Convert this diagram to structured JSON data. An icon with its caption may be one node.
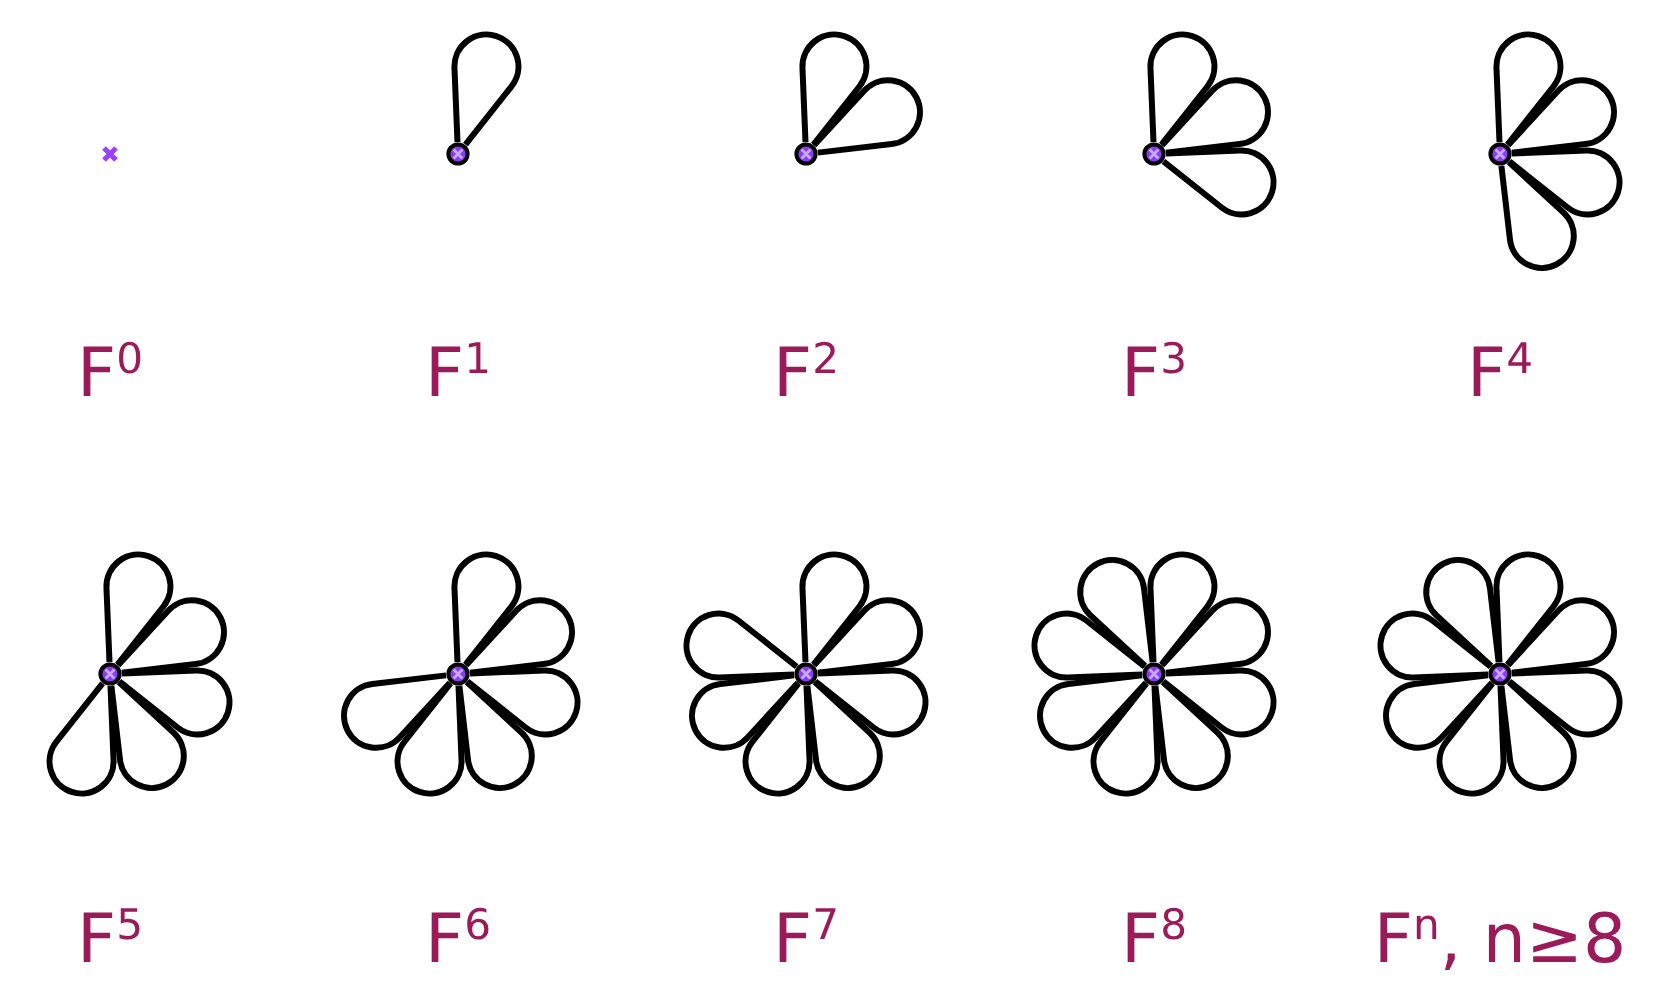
{
  "diagram": {
    "nodes": [
      {
        "text": [],
        "shape": "cross",
        "beside": [
          "F$^{0}$"
        ]
      },
      {
        "text": [],
        "shape": "circle",
        "beside": [
          "F$^{1}$"
        ]
      },
      {
        "text": [],
        "shape": "circle",
        "beside": [
          "F$^{2}$"
        ]
      },
      {
        "text": [],
        "shape": "circle",
        "beside": [
          "F$^{3}$"
        ]
      },
      {
        "text": [],
        "shape": "circle",
        "beside": [
          "F$^{4}$"
        ]
      },
      {
        "text": [],
        "shape": "circle",
        "beside": [
          "F$^{5}$"
        ]
      },
      {
        "text": [],
        "shape": "circle",
        "beside": [
          "F$^{6}$"
        ]
      },
      {
        "text": [],
        "shape": "circle",
        "beside": [
          "F$^{7}$"
        ]
      },
      {
        "text": [],
        "shape": "circle",
        "beside": [
          "F$^{8}$"
        ]
      },
      {
        "text": [],
        "shape": "circle",
        "beside": [
          "F$^{n}$, n≥8"
        ]
      }
    ],
    "edges": [
      {
        "from": 1,
        "to": 1,
        "arrow": "none"
      },
      {
        "from": 2,
        "to": 2,
        "arrow": "none"
      },
      {
        "from": 2,
        "to": 2,
        "arrow": "none"
      },
      {
        "from": 3,
        "to": 3,
        "arrow": "none"
      },
      {
        "from": 3,
        "to": 3,
        "arrow": "none"
      },
      {
        "from": 3,
        "to": 3,
        "arrow": "none"
      },
      {
        "from": 4,
        "to": 4,
        "arrow": "none"
      },
      {
        "from": 4,
        "to": 4,
        "arrow": "none"
      },
      {
        "from": 4,
        "to": 4,
        "arrow": "none"
      },
      {
        "from": 4,
        "to": 4,
        "arrow": "none"
      },
      {
        "from": 5,
        "to": 5,
        "arrow": "none"
      },
      {
        "from": 5,
        "to": 5,
        "arrow": "none"
      },
      {
        "from": 5,
        "to": 5,
        "arrow": "none"
      },
      {
        "from": 5,
        "to": 5,
        "arrow": "none"
      },
      {
        "from": 5,
        "to": 5,
        "arrow": "none"
      },
      {
        "from": 6,
        "to": 6,
        "arrow": "none"
      },
      {
        "from": 6,
        "to": 6,
        "arrow": "none"
      },
      {
        "from": 6,
        "to": 6,
        "arrow": "none"
      },
      {
        "from": 6,
        "to": 6,
        "arrow": "none"
      },
      {
        "from": 6,
        "to": 6,
        "arrow": "none"
      },
      {
        "from": 6,
        "to": 6,
        "arrow": "none"
      },
      {
        "from": 7,
        "to": 7,
        "arrow": "none"
      },
      {
        "from": 7,
        "to": 7,
        "arrow": "none"
      },
      {
        "from": 7,
        "to": 7,
        "arrow": "none"
      },
      {
        "from": 7,
        "to": 7,
        "arrow": "none"
      },
      {
        "from": 7,
        "to": 7,
        "arrow": "none"
      },
      {
        "from": 7,
        "to": 7,
        "arrow": "none"
      },
      {
        "from": 7,
        "to": 7,
        "arrow": "none"
      },
      {
        "from": 8,
        "to": 8,
        "arrow": "none"
      },
      {
        "from": 8,
        "to": 8,
        "arrow": "none"
      },
      {
        "from": 8,
        "to": 8,
        "arrow": "none"
      },
      {
        "from": 8,
        "to": 8,
        "arrow": "none"
      },
      {
        "from": 8,
        "to": 8,
        "arrow": "none"
      },
      {
        "from": 8,
        "to": 8,
        "arrow": "none"
      },
      {
        "from": 8,
        "to": 8,
        "arrow": "none"
      },
      {
        "from": 8,
        "to": 8,
        "arrow": "none"
      },
      {
        "from": 9,
        "to": 9,
        "arrow": "none"
      },
      {
        "from": 9,
        "to": 9,
        "arrow": "none"
      },
      {
        "from": 9,
        "to": 9,
        "arrow": "none"
      },
      {
        "from": 9,
        "to": 9,
        "arrow": "none"
      },
      {
        "from": 9,
        "to": 9,
        "arrow": "none"
      },
      {
        "from": 9,
        "to": 9,
        "arrow": "none"
      },
      {
        "from": 9,
        "to": 9,
        "arrow": "none"
      },
      {
        "from": 9,
        "to": 9,
        "arrow": "none"
      }
    ]
  }
}
